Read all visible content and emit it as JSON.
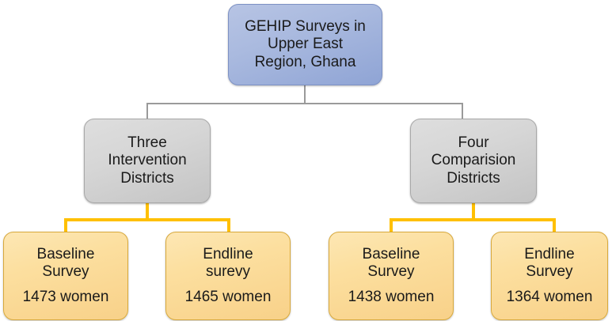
{
  "diagram": {
    "type": "organizational-flowchart",
    "title_text": "GEHIP Surveys in Upper East Region, Ghana",
    "colors": {
      "root_fill": "#aabadf",
      "root_border": "#7d91c4",
      "mid_fill": "#d4d4d4",
      "mid_border": "#a8a8a8",
      "leaf_fill": "#fbdd9a",
      "leaf_border": "#d8a93c",
      "connector_gray": "#9a9a9a",
      "connector_orange": "#ffc000",
      "text": "#1a1a1a",
      "background": "#ffffff"
    },
    "root": {
      "id": "gehip-surveys",
      "lines": [
        "GEHIP Surveys in",
        "Upper East",
        "Region, Ghana"
      ]
    },
    "branches": [
      {
        "id": "three-intervention-districts",
        "lines": [
          "Three",
          "Intervention",
          "Districts"
        ],
        "leaves": [
          {
            "id": "intervention-baseline",
            "lines": [
              "Baseline",
              "Survey"
            ],
            "count": "1473 women",
            "value": 1473
          },
          {
            "id": "intervention-endline",
            "lines": [
              "Endline",
              "surevy"
            ],
            "count": "1465 women",
            "value": 1465
          }
        ]
      },
      {
        "id": "four-comparision-districts",
        "lines": [
          "Four",
          "Comparision",
          "Districts"
        ],
        "leaves": [
          {
            "id": "comparision-baseline",
            "lines": [
              "Baseline",
              "Survey"
            ],
            "count": "1438 women",
            "value": 1438
          },
          {
            "id": "comparision-endline",
            "lines": [
              "Endline",
              "Survey"
            ],
            "count": "1364 women",
            "value": 1364
          }
        ]
      }
    ]
  }
}
